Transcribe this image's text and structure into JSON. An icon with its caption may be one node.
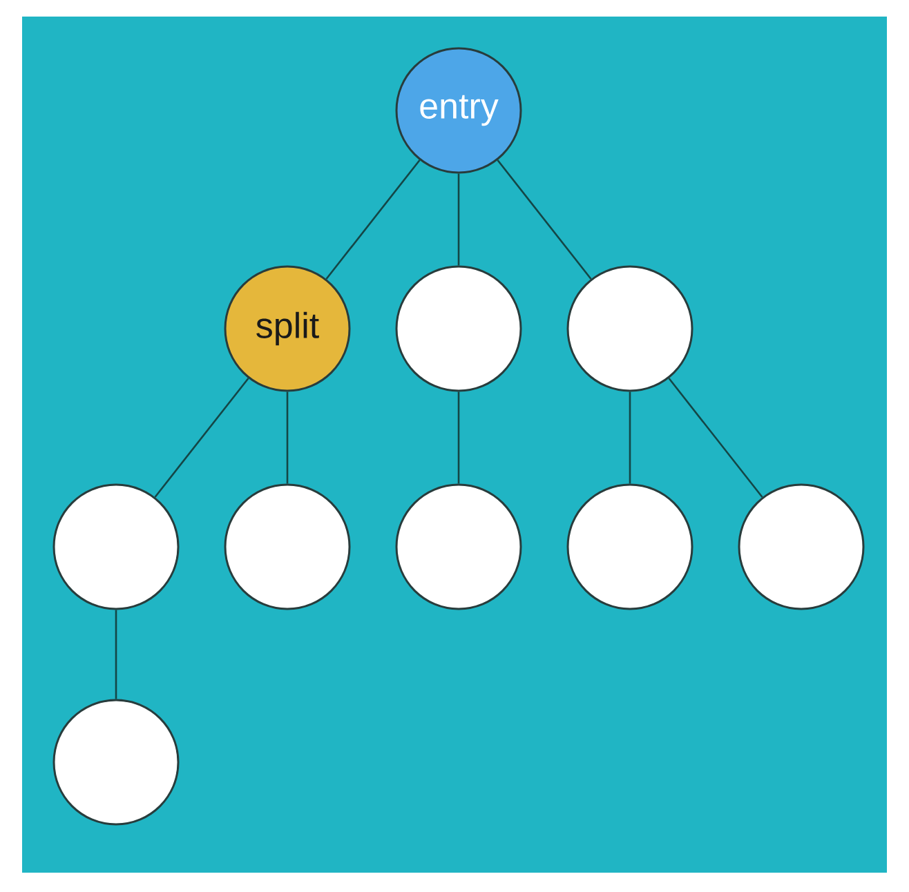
{
  "diagram": {
    "nodes": [
      {
        "text": [
          "entry"
        ]
      },
      {
        "text": [
          "split"
        ]
      },
      {
        "text": [],
        "shape": "circle"
      },
      {
        "text": [],
        "shape": "circle"
      },
      {
        "text": [],
        "shape": "circle"
      },
      {
        "text": [],
        "shape": "circle"
      },
      {
        "text": [],
        "shape": "circle"
      },
      {
        "text": [],
        "shape": "circle"
      },
      {
        "text": [],
        "shape": "circle"
      },
      {
        "text": [],
        "shape": "circle"
      }
    ],
    "edges": [
      {
        "from": 0,
        "to": 1,
        "arrow": "none"
      },
      {
        "from": 0,
        "to": 2,
        "arrow": "none"
      },
      {
        "from": 0,
        "to": 3,
        "arrow": "none"
      },
      {
        "from": 1,
        "to": 4,
        "arrow": "none"
      },
      {
        "from": 1,
        "to": 5,
        "arrow": "none"
      },
      {
        "from": 2,
        "to": 6,
        "arrow": "none"
      },
      {
        "from": 3,
        "to": 7,
        "arrow": "none"
      },
      {
        "from": 3,
        "to": 8,
        "arrow": "none"
      },
      {
        "from": 4,
        "to": 9,
        "arrow": "none"
      }
    ]
  }
}
